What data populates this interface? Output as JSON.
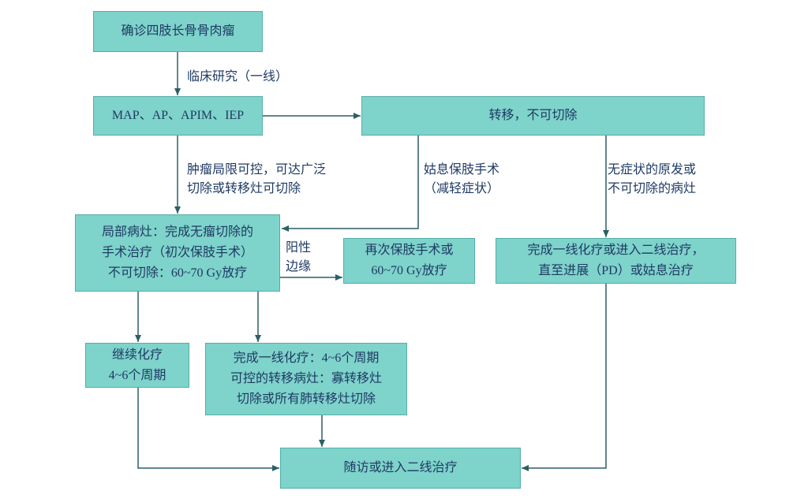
{
  "colors": {
    "background": "#ffffff",
    "node_fill": "#7ed3cb",
    "node_border": "#55aea6",
    "text": "#1f3a63",
    "connector": "#2c5f66"
  },
  "nodes": {
    "diagnosis": "确诊四肢长骨骨肉瘤",
    "chemo_regimen": "MAP、AP、APIM、IEP",
    "metastasis_unresectable": "转移，不可切除",
    "local_lesion": "局部病灶：完成无瘤切除的\n手术治疗（初次保肢手术）\n不可切除：60~70 Gy放疗",
    "repeat_limb_salvage": "再次保肢手术或\n60~70 Gy放疗",
    "first_line_chemo_pd": "完成一线化疗或进入二线治疗，\n直至进展（PD）或姑息治疗",
    "continue_chemo": "继续化疗\n4~6个周期",
    "complete_first_line_chemo": "完成一线化疗：4~6个周期\n可控的转移病灶：寡转移灶\n切除或所有肺转移灶切除",
    "follow_up": "随访或进入二线治疗"
  },
  "edge_labels": {
    "clinical_study": "临床研究（一线）",
    "tumor_limited": "肿瘤局限可控，可达广泛\n切除或转移灶可切除",
    "palliative_surgery": "姑息保肢手术\n（减轻症状）",
    "asymptomatic": "无症状的原发或\n不可切除的病灶",
    "positive_margin": "阳性\n边缘"
  }
}
